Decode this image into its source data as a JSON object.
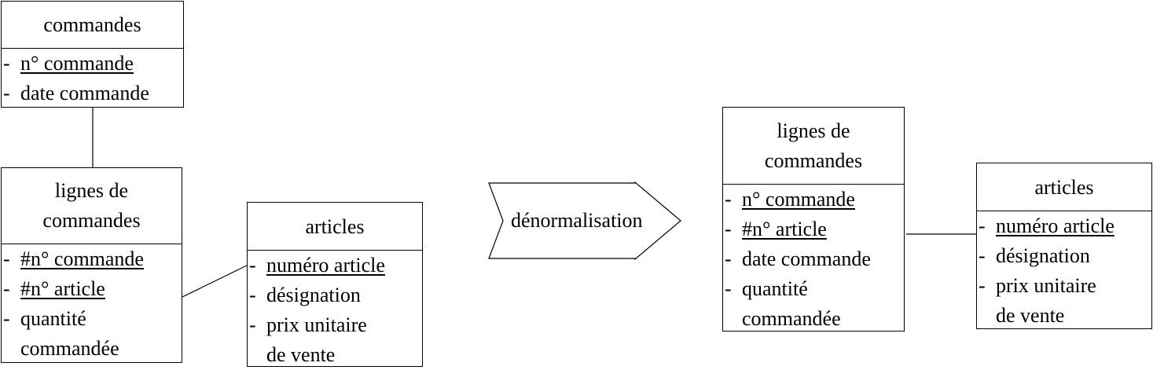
{
  "left": {
    "commandes": {
      "title": "commandes",
      "attrs": [
        {
          "text": "n° commande",
          "key": true
        },
        {
          "text": "date commande",
          "key": false
        }
      ]
    },
    "lignes": {
      "title_line1": "lignes de",
      "title_line2": "commandes",
      "attrs": [
        {
          "text": "#n° commande",
          "key": true
        },
        {
          "text": "#n° article",
          "key": true
        },
        {
          "text": "quantité",
          "key": false,
          "cont": "commandée"
        }
      ]
    },
    "articles": {
      "title": "articles",
      "attrs": [
        {
          "text": "numéro article",
          "key": true
        },
        {
          "text": "désignation",
          "key": false
        },
        {
          "text": "prix unitaire",
          "key": false,
          "cont": "de vente"
        }
      ]
    }
  },
  "arrow": {
    "label": "dénormalisation"
  },
  "right": {
    "lignes": {
      "title_line1": "lignes de",
      "title_line2": "commandes",
      "attrs": [
        {
          "text": "n° commande",
          "key": true
        },
        {
          "text": "#n° article",
          "key": true
        },
        {
          "text": "date commande",
          "key": false
        },
        {
          "text": "quantité",
          "key": false,
          "cont": "commandée"
        }
      ]
    },
    "articles": {
      "title": "articles",
      "attrs": [
        {
          "text": "numéro article",
          "key": true
        },
        {
          "text": "désignation",
          "key": false
        },
        {
          "text": "prix unitaire",
          "key": false,
          "cont": "de vente"
        }
      ]
    }
  }
}
